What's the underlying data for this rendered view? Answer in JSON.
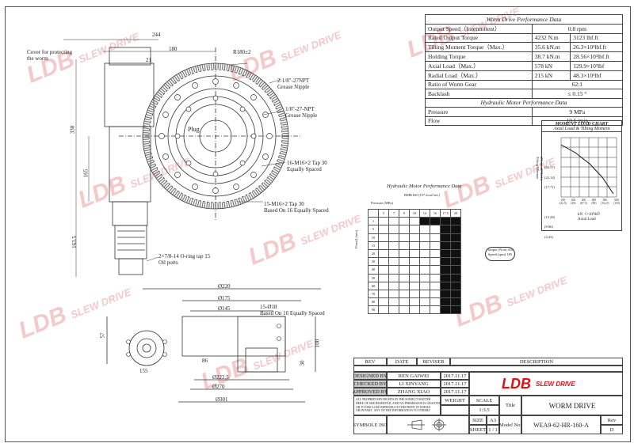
{
  "watermark": {
    "brand": "LDB",
    "tag": "SLEW DRIVE"
  },
  "drawing": {
    "dims": {
      "d244": "244",
      "d180": "180",
      "r180": "R180±2",
      "d21": "21",
      "d330": "330",
      "d165": "165",
      "d163": "163.5",
      "d220": "Ø220",
      "d175": "Ø175",
      "d145": "Ø145",
      "d2225": "Ø222.5",
      "d270": "Ø270",
      "d301": "Ø301",
      "d57": "57",
      "d100": "100",
      "d30": "30",
      "d86": "86",
      "d155": "155"
    },
    "notes": {
      "cover": "Cover for protecting\nthe worm",
      "npt1": "2-1/8\"-27NPT\nGrease Nipple",
      "npt2": "1/8\"-27-NPT\nGrease Nipple",
      "plug": "Plug",
      "m16a": "16-M16×2 Tap 30\nEqually Spaced",
      "m16b": "15-M16×2 Tap 30\nBased On 16 Equally Spaced",
      "oring": "2×7/8-14 O-ring tap 15\nOil ports",
      "holes": "15-Ø18\nBased On 16 Equally Spaced"
    }
  },
  "perf": {
    "title": "Worm Drive Performance Data",
    "speed_label": "Output Speed（Intermittent）",
    "speed_value": "0.8 rpm",
    "rows": [
      {
        "label": "Rated Output Torque",
        "v1": "4232 N.m",
        "v2": "3123 lbf.ft"
      },
      {
        "label": "Tilting Moment Torque（Max.）",
        "v1": "35.6 kN.m",
        "v2": "26.3×10³lbf.ft"
      },
      {
        "label": "Holding Torque",
        "v1": "38.7 kN.m",
        "v2": "28.56×10³lbf.ft"
      },
      {
        "label": "Axial Load（Max.）",
        "v1": "578 kN",
        "v2": "129.9×10³lbf"
      },
      {
        "label": "Radial Load（Max.）",
        "v1": "215 kN",
        "v2": "48.3×10³lbf"
      }
    ],
    "ratio_label": "Ratio of Worm Gear",
    "ratio_value": "62:1",
    "backlash_label": "Backlash",
    "backlash_value": "≤ 0.15 °",
    "hyd_title": "Hydraulic Motor Performance Data",
    "pressure_label": "Pressure",
    "pressure_value": "9 MPa",
    "flow_label": "Flow",
    "flow_value": "10 L/min"
  },
  "moment_chart": {
    "title": "MOMENT LOAD CHART",
    "subtitle": "Axial Load & Tilting Moment",
    "ylabel": "kN.m(×10³lbf.ft)\nTilting Moment",
    "xlabel": "kN（×10³lbf）\nAxial Load",
    "y_ticks": [
      "(26.57)",
      "(22.14)",
      "(17.71)",
      "(13.28)",
      "(8.86)",
      "(4.43)"
    ],
    "x_ticks": [
      "100\n(22.5)",
      "200\n(45)",
      "300\n(67.5)",
      "400\n(90)",
      "500\n(112.5)",
      "600\n(135)"
    ]
  },
  "hyd_chart": {
    "title": "Hydraulic Motor Performance Data",
    "subtitle": "BMR160 [157.2cm³/rev]",
    "pressure_header": "Pressure (MPa)",
    "pressures": [
      "5",
      "7",
      "9",
      "10",
      "14",
      "16",
      "17.5",
      "20"
    ],
    "flows": [
      "1",
      "5",
      "10",
      "15",
      "20",
      "30",
      "40",
      "50",
      "60",
      "70",
      "80",
      "90"
    ],
    "callout": "Torque (N.m) 410\nSpeed (rpm) 185"
  },
  "title_block": {
    "rev_h": "REV",
    "date_h": "DATE",
    "reviser_h": "REVISER",
    "desc_h": "DESCRIPTION",
    "designed_label": "DESIGNED BY",
    "designed_name": "REN GAIWEI",
    "designed_date": "2017.11.17",
    "checked_label": "CHECKED BY",
    "checked_name": "LI XINYANG",
    "checked_date": "2017.11.17",
    "approved_label": "APPROVED BY",
    "approved_name": "ZHANG XIAO",
    "approved_date": "2017.11.17",
    "proprietary": "ALL PROPRIETARY RIGHTS IN THE SUBJECT MATTER\nHERE OF ARE RESERVED, AND NO PERMISSION IS GRANTED\nOR TO DISCLOSE REPRODUCE THIS PRINT IN WHOLE\nOR IN PART,  ANY OF THE INFORMATION TO OTHERS",
    "logo": "LDB",
    "logo_tag": "SLEW DRIVE",
    "weight_label": "WEIGHT",
    "scale_label": "SCALE",
    "scale_value": "1:3.5",
    "title_label": "Title",
    "title_value": "WORM DRIVE",
    "size_label": "SIZE",
    "size_value": "A3",
    "sheet_label": "SHEET",
    "sheet_value": "1   /   1",
    "model_label": "Model No.",
    "model_value": "WEA9-62-HR-160-A",
    "rev_label": "Rev",
    "rev_value": "D",
    "symbol_label": "SYMBOLE ISO"
  }
}
